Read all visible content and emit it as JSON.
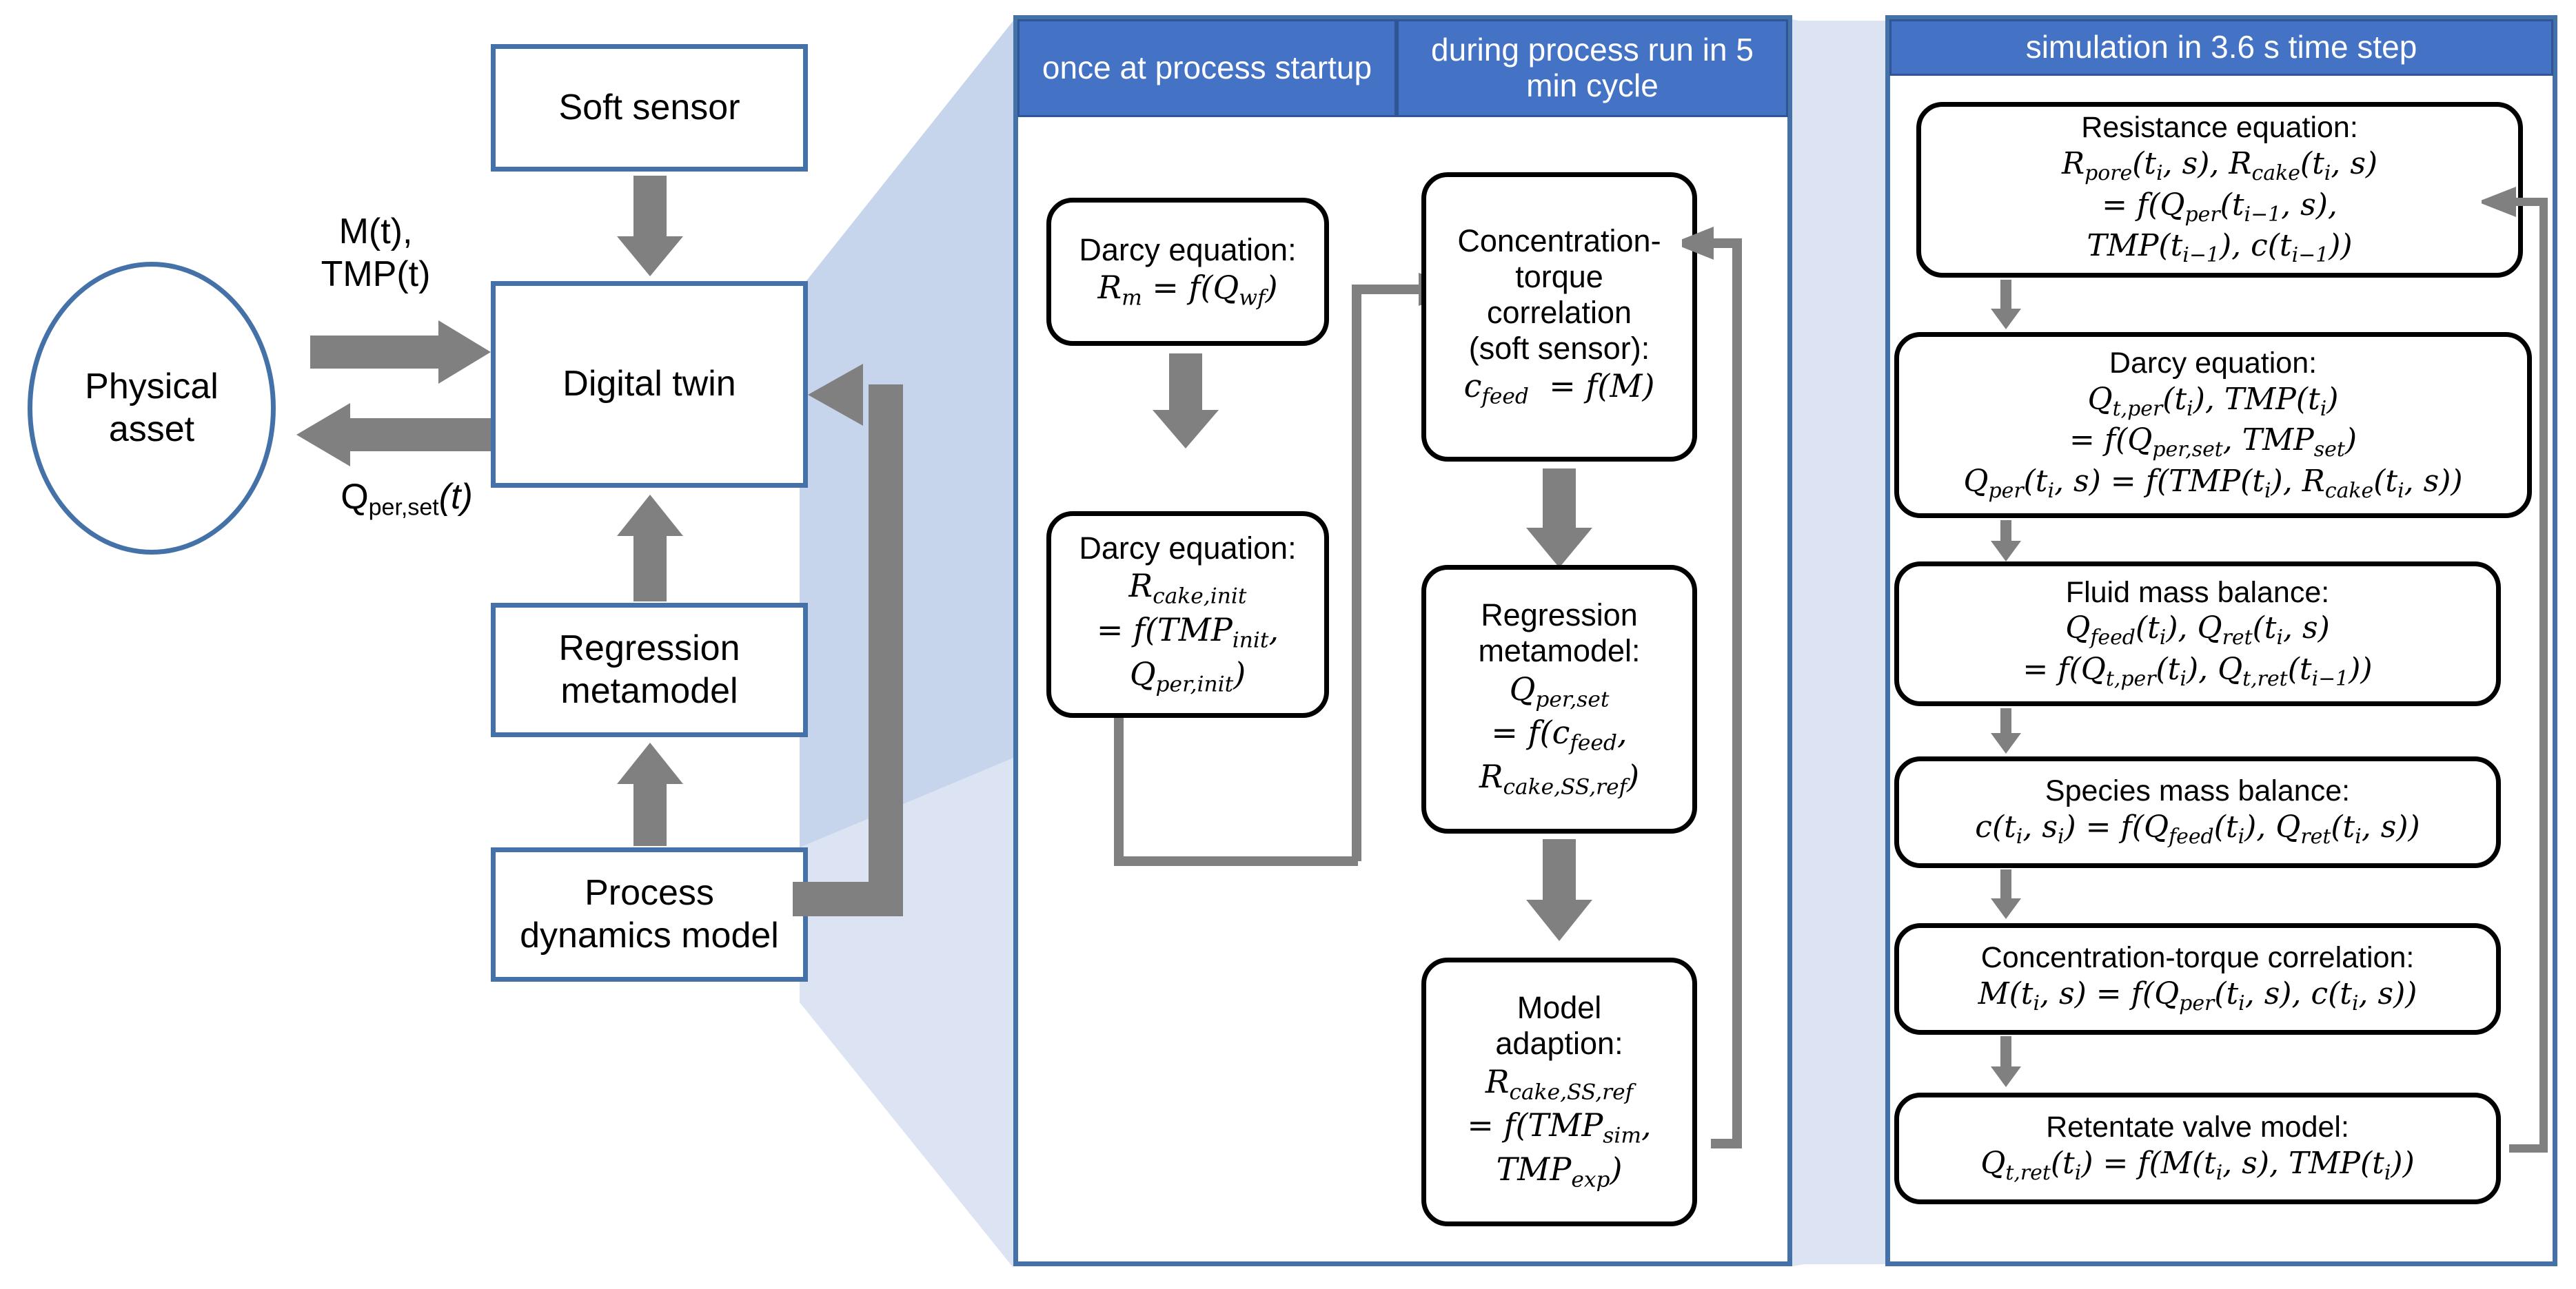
{
  "left_diagram": {
    "nodes": {
      "soft_sensor": "Soft sensor",
      "digital_twin": "Digital twin",
      "regression_metamodel_l1": "Regression",
      "regression_metamodel_l2": "metamodel",
      "process_dynamics_l1": "Process",
      "process_dynamics_l2": "dynamics model",
      "physical_asset_l1": "Physical",
      "physical_asset_l2": "asset"
    },
    "edge_labels": {
      "to_twin_l1": "M(t),",
      "to_twin_l2": "TMP(t)",
      "to_asset_base": "Q",
      "to_asset_sub": "per,set",
      "to_asset_arg": "(t)"
    }
  },
  "middle_panel": {
    "headers": {
      "startup": "once at process startup",
      "run_l1": "during process run in 5",
      "run_l2": "min cycle"
    },
    "boxes": [
      {
        "id": "darcy-rm",
        "title": "Darcy equation:",
        "math": [
          "R_m = f(Q_wf)"
        ]
      },
      {
        "id": "darcy-cake-init",
        "title": "Darcy equation:",
        "math": [
          "R_cake,init",
          "= f(TMP_init,",
          "Q_per,init)"
        ]
      },
      {
        "id": "conc-torque-soft-sensor",
        "title_lines": [
          "Concentration-",
          "torque",
          "correlation",
          "(soft sensor):"
        ],
        "math": [
          "c_feed  = f(M)"
        ]
      },
      {
        "id": "regression-metamodel",
        "title_lines": [
          "Regression",
          "metamodel:"
        ],
        "math": [
          "Q_per,set",
          "= f(c_feed,",
          "R_cake,SS,ref)"
        ]
      },
      {
        "id": "model-adaption",
        "title_lines": [
          "Model",
          "adaption:"
        ],
        "math": [
          "R_cake,SS,ref",
          "= f(TMP_sim,",
          "TMP_exp)"
        ]
      }
    ]
  },
  "right_panel": {
    "header": "simulation in 3.6 s time step",
    "boxes": [
      {
        "id": "resistance-equation",
        "title": "Resistance equation:",
        "math": [
          "R_pore(t_i, s), R_cake(t_i, s)",
          "= f(Q_per(t_i-1, s),",
          "TMP(t_i-1), c(t_i-1))"
        ]
      },
      {
        "id": "darcy-equation",
        "title": "Darcy equation:",
        "math": [
          "Q_t,per(t_i), TMP(t_i)",
          "= f(Q_per,set, TMP_set)",
          "Q_per(t_i, s) = f(TMP(t_i), R_cake(t_i, s))"
        ]
      },
      {
        "id": "fluid-mass-balance",
        "title": "Fluid mass balance:",
        "math": [
          "Q_feed(t_i), Q_ret(t_i, s)",
          "= f(Q_t,per(t_i), Q_t,ret(t_i-1))"
        ]
      },
      {
        "id": "species-mass-balance",
        "title": "Species mass balance:",
        "math": [
          "c(t_i, s_i) = f(Q_feed(t_i), Q_ret(t_i, s))"
        ]
      },
      {
        "id": "concentration-torque-correlation",
        "title": "Concentration-torque correlation:",
        "math": [
          "M(t_i, s) = f(Q_per(t_i, s), c(t_i, s))"
        ]
      },
      {
        "id": "retentate-valve-model",
        "title": "Retentate valve model:",
        "math": [
          "Q_t,ret(t_i) = f(M(t_i, s), TMP(t_i))"
        ]
      }
    ]
  },
  "colors": {
    "node_border": "#4472a8",
    "header_blue": "#4472c4",
    "wedge_light": "#c6d4ec",
    "wedge_lighter": "#dce3f3",
    "arrow_grey": "#808080"
  }
}
